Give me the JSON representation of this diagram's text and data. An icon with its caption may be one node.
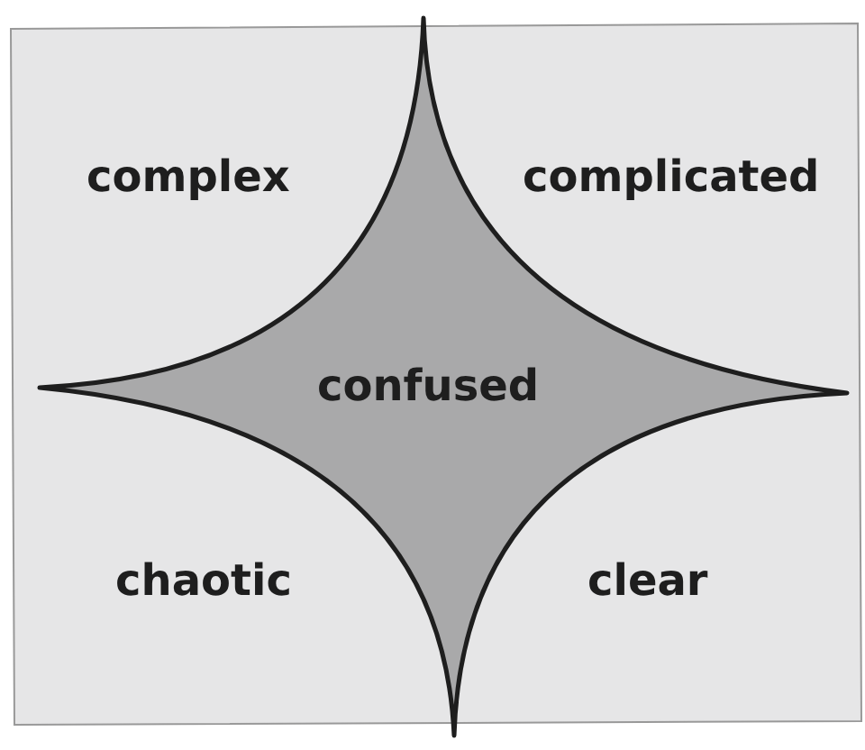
{
  "diagram": {
    "nodes": [
      {
        "text": [
          "complex"
        ]
      },
      {
        "text": [
          "complicated"
        ]
      },
      {
        "text": [
          "confused"
        ]
      },
      {
        "text": [
          "chaotic"
        ]
      },
      {
        "text": [
          "clear"
        ]
      }
    ]
  }
}
